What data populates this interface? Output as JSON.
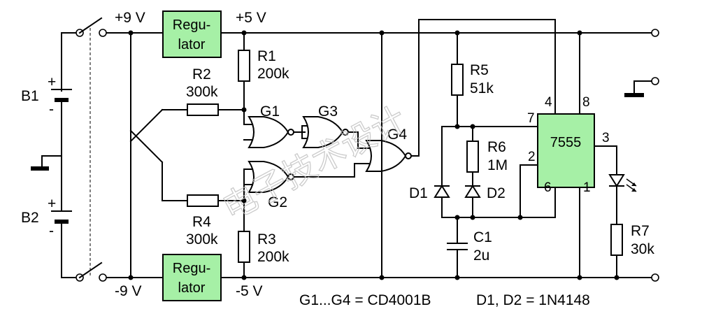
{
  "supply": {
    "pos9": "+9 V",
    "pos5": "+5 V",
    "neg9": "-9 V",
    "neg5": "-5 V"
  },
  "regulators": {
    "top": [
      "Regu-",
      "lator"
    ],
    "bottom": [
      "Regu-",
      "lator"
    ]
  },
  "batteries": {
    "b1": {
      "name": "B1",
      "plus": "+",
      "minus": "-"
    },
    "b2": {
      "name": "B2",
      "plus": "+",
      "minus": "-"
    }
  },
  "resistors": {
    "r1": {
      "name": "R1",
      "value": "200k"
    },
    "r2": {
      "name": "R2",
      "value": "300k"
    },
    "r3": {
      "name": "R3",
      "value": "200k"
    },
    "r4": {
      "name": "R4",
      "value": "300k"
    },
    "r5": {
      "name": "R5",
      "value": "51k"
    },
    "r6": {
      "name": "R6",
      "value": "1M"
    },
    "r7": {
      "name": "R7",
      "value": "30k"
    }
  },
  "gates": {
    "g1": "G1",
    "g2": "G2",
    "g3": "G3",
    "g4": "G4"
  },
  "timer": {
    "name": "7555",
    "pins": {
      "p2": "2",
      "p3": "3",
      "p4": "4",
      "p6": "6",
      "p7": "7",
      "p8": "8",
      "p1": "1"
    }
  },
  "diodes": {
    "d1": "D1",
    "d2": "D2"
  },
  "capacitor": {
    "name": "C1",
    "value": "2u"
  },
  "notes": {
    "gates_part": "G1...G4 = CD4001B",
    "diodes_part": "D1, D2 = 1N4148"
  },
  "watermark": "电子技术设计"
}
